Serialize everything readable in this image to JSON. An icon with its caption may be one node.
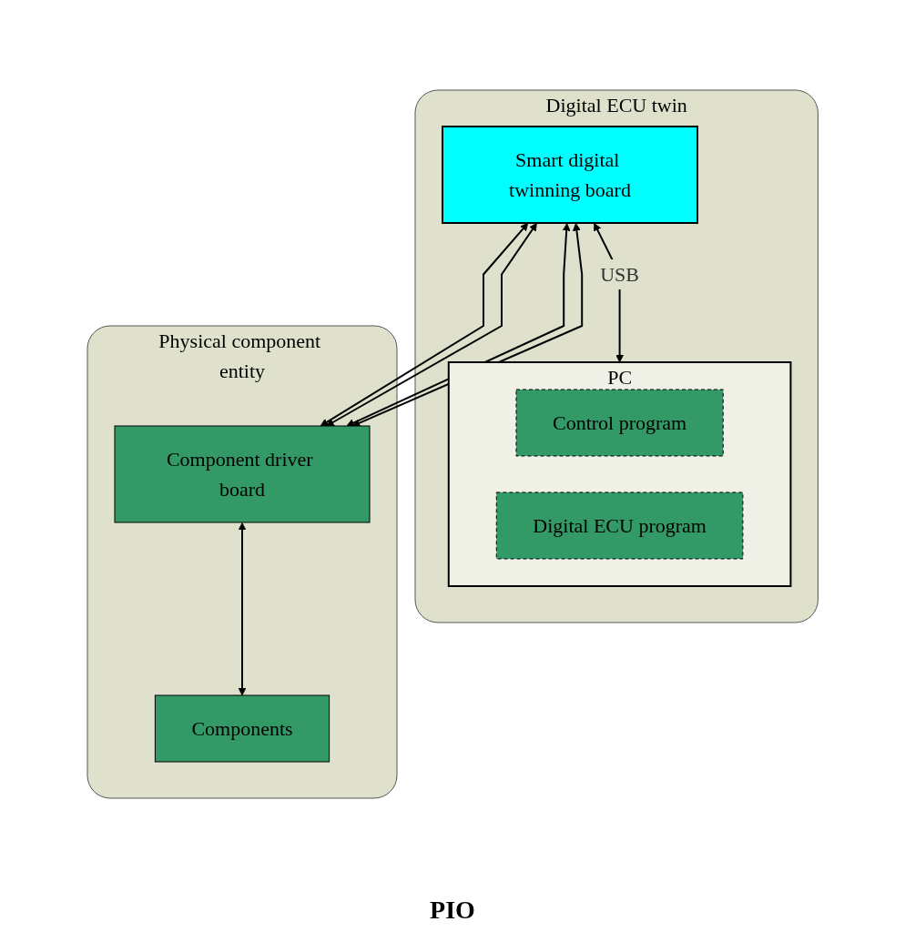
{
  "diagram": {
    "nodes": [
      {
        "text": [
          "Digital ECU twin"
        ]
      },
      {
        "text": [
          "Smart digital twinning board"
        ],
        "in": 0
      },
      {
        "text": [
          "PC"
        ],
        "in": 0
      },
      {
        "text": [
          "Control program"
        ],
        "in": 2
      },
      {
        "text": [
          "Digital ECU program"
        ],
        "in": 2
      },
      {
        "text": [
          "Physical component entity"
        ]
      },
      {
        "text": [
          "Component driver board"
        ],
        "in": 5
      },
      {
        "text": [
          "Components"
        ],
        "in": 5
      }
    ],
    "edges": [
      {
        "from": 1,
        "to": 2,
        "arrow": "both",
        "label": "USB"
      },
      {
        "from": 1,
        "to": 6,
        "arrow": "both"
      },
      {
        "from": 1,
        "to": 6,
        "arrow": "both"
      },
      {
        "from": 1,
        "to": 6,
        "arrow": "both"
      },
      {
        "from": 1,
        "to": 6,
        "arrow": "both"
      },
      {
        "from": 6,
        "to": 7,
        "arrow": "both"
      }
    ],
    "labels": [
      "PIO"
    ]
  }
}
